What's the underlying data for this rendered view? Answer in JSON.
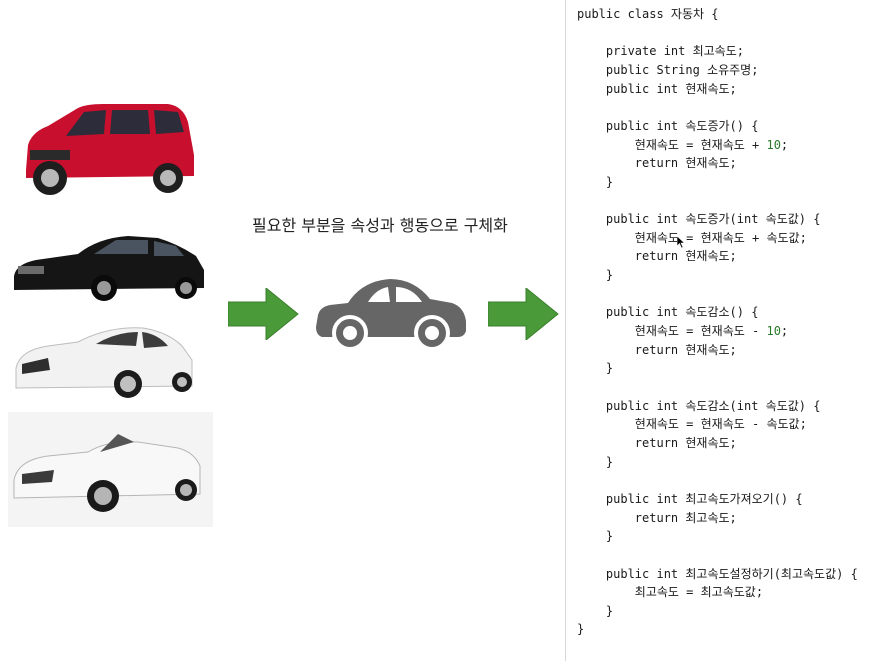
{
  "caption": "필요한 부분을 속성과 행동으로 구체화",
  "colors": {
    "arrow": "#4a9a3a",
    "car_icon": "#666666",
    "number": "#2a7a2a"
  },
  "icons": [
    "arrow-right-icon",
    "car-icon",
    "arrow-right-icon"
  ],
  "code": [
    "public class 자동차 {",
    "",
    "    private int 최고속도;",
    "    public String 소유주명;",
    "    public int 현재속도;",
    "",
    "    public int 속도증가() {",
    "        현재속도 = 현재속도 + 10;",
    "        return 현재속도;",
    "    }",
    "",
    "    public int 속도증가(int 속도값) {",
    "        현재속도 = 현재속도 + 속도값;",
    "        return 현재속도;",
    "    }",
    "",
    "    public int 속도감소() {",
    "        현재속도 = 현재속도 - 10;",
    "        return 현재속도;",
    "    }",
    "",
    "    public int 속도감소(int 속도값) {",
    "        현재속도 = 현재속도 - 속도값;",
    "        return 현재속도;",
    "    }",
    "",
    "    public int 최고속도가져오기() {",
    "        return 최고속도;",
    "    }",
    "",
    "    public int 최고속도설정하기(최고속도값) {",
    "        최고속도 = 최고속도값;",
    "    }",
    "}"
  ]
}
